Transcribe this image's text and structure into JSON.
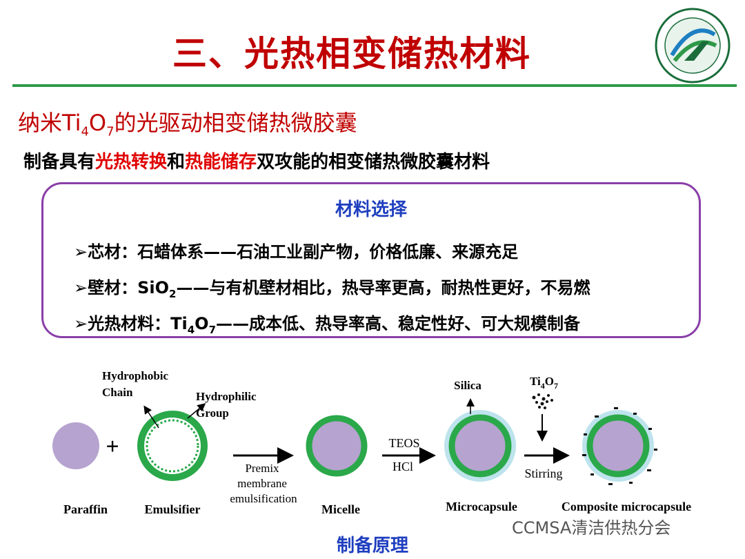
{
  "title": "三、光热相变储热材料",
  "subtitle": {
    "pre": "纳米Ti",
    "sub1": "4",
    "mid": "O",
    "sub2": "7",
    "post": "的光驱动相变储热微胶囊"
  },
  "lead": {
    "p1": "制备具有",
    "h1": "光热转换",
    "p2": "和",
    "h2": "热能储存",
    "p3": "双攻能的相变储热微胶囊材料"
  },
  "box": {
    "title": "材料选择",
    "item1": "➢芯材：石蜡体系——石油工业副产物，价格低廉、来源充足",
    "item2": {
      "pre": "➢壁材：SiO",
      "sub": "2",
      "post": "——与有机壁材相比，热导率更高，耐热性更好，不易燃"
    },
    "item3": {
      "pre": "➢光热材料：Ti",
      "sub1": "4",
      "mid": "O",
      "sub2": "7",
      "post": "——成本低、热导率高、稳定性好、可大规模制备"
    }
  },
  "diagram": {
    "hydrophobic1": "Hydrophobic",
    "hydrophobic2": "Chain",
    "hydrophilic1": "Hydrophilic",
    "hydrophilic2": "Group",
    "premix1": "Premix",
    "premix2": "membrane",
    "premix3": "emulsification",
    "teos": "TEOS",
    "hcl": "HCl",
    "silica": "Silica",
    "ti_pre": "Ti",
    "ti_sub1": "4",
    "ti_mid": "O",
    "ti_sub2": "7",
    "stirring": "Stirring",
    "labels": {
      "paraffin": "Paraffin",
      "emulsifier": "Emulsifier",
      "micelle": "Micelle",
      "microcapsule": "Microcapsule",
      "composite": "Composite microcapsule"
    }
  },
  "caption": "制备原理",
  "wechat": "CCMSA清洁供热分会",
  "colors": {
    "title_red": "#c00000",
    "green_rule": "#2e9a49",
    "box_border": "#8a3ea8",
    "blue_heading": "#1f3fbf",
    "paraffin": "#b6a3cf",
    "shell_green": "#2aa84a",
    "silica_blue": "#bde3ec"
  }
}
